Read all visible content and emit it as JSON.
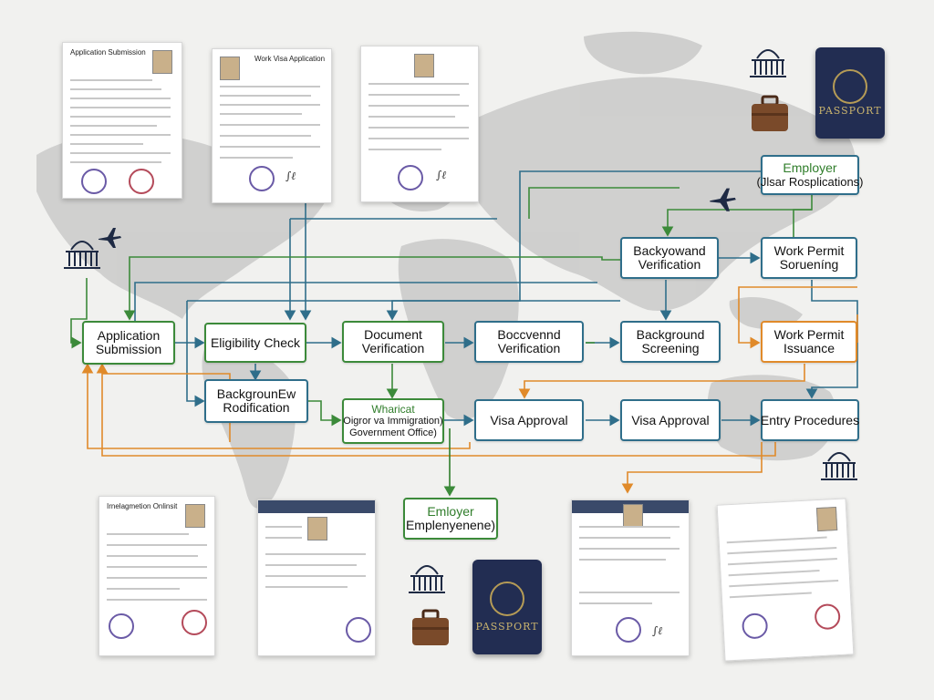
{
  "nodes": {
    "application_submission": {
      "line1": "Application",
      "line2": "Submission"
    },
    "eligibility_check": {
      "line1": "Eligibility Check",
      "line2": ""
    },
    "document_verification": {
      "line1": "Document",
      "line2": "Verification"
    },
    "boccvennd_verification": {
      "line1": "Boccvennd",
      "line2": "Verification"
    },
    "background_screening": {
      "line1": "Background",
      "line2": "Screening"
    },
    "work_permit_issuance": {
      "line1": "Work Permit",
      "line2": "Issuance"
    },
    "employer_top": {
      "line1": "Employer",
      "line2": "(Jlsar Rosplications)"
    },
    "backyowand_verification": {
      "line1": "Backyowand",
      "line2": "Verification"
    },
    "work_permit_sorening": {
      "line1": "Work Permit",
      "line2": "Sorueníng"
    },
    "backgrounew_rodification": {
      "line1": "BackgrounEw",
      "line2": "Rodification"
    },
    "government_office": {
      "line1": "Wharicat",
      "line2": "Oigror va Immigration)",
      "line3": "Government Office)"
    },
    "visa_approval_1": {
      "line1": "Visa Approval",
      "line2": ""
    },
    "visa_approval_2": {
      "line1": "Visa Approval",
      "line2": ""
    },
    "entry_procedures": {
      "line1": "Entry Procedures",
      "line2": ""
    },
    "employer_bottom": {
      "line1": "Emloyer",
      "line2": "Emplenyenene)"
    }
  },
  "documents": {
    "doc1": {
      "title": "Application Submission"
    },
    "doc2": {
      "title": "Work Visa Application"
    },
    "doc3": {
      "title": ""
    },
    "doc4": {
      "title": "Irnelagmetion Onlinsit"
    },
    "doc5": {
      "title": ""
    },
    "doc6": {
      "title": ""
    },
    "doc7": {
      "title": ""
    }
  },
  "passports": {
    "top": "PASSPORT",
    "bottom": "PASSPORT"
  },
  "colors": {
    "blue": "#2f6e8a",
    "green": "#3c8a3a",
    "orange": "#e08a2a",
    "map": "#bdbdbd"
  },
  "icons": [
    "government-building-icon",
    "airplane-icon",
    "briefcase-icon",
    "passport-icon"
  ]
}
